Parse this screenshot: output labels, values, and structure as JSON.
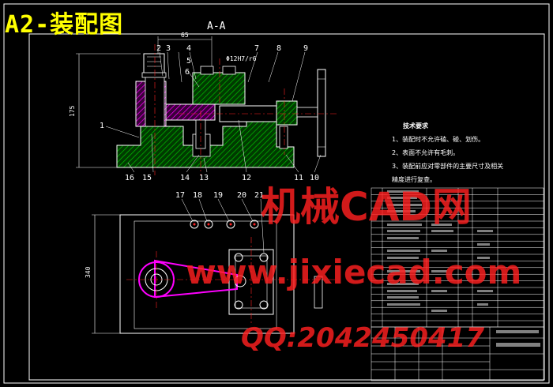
{
  "title": "A2-装配图",
  "section_label": "A-A",
  "dimensions": {
    "d65": "65",
    "dhole": "Φ12H7/r6",
    "d175": "175",
    "d340": "340"
  },
  "callouts_top": [
    "2",
    "3",
    "4",
    "5",
    "6",
    "7",
    "8",
    "9"
  ],
  "callouts_left": [
    "1"
  ],
  "callouts_bottom": [
    "16",
    "15",
    "14",
    "13",
    "12",
    "11",
    "10"
  ],
  "callouts_plan": [
    "17",
    "18",
    "19",
    "20",
    "21"
  ],
  "technical_notes": {
    "heading": "技术要求",
    "items": [
      "1、装配时不允许磕、碰、划伤。",
      "2、表面不允许有毛刺。",
      "3、装配前应对零部件的主要尺寸及相关",
      "   精度进行复查。"
    ]
  },
  "watermark": {
    "line1": "机械CAD网",
    "line2": "www.jixiecad.com",
    "line3": "QQ:2042450417"
  },
  "colors": {
    "background": "#000000",
    "outline": "#ffffff",
    "hatch_green": "#00a000",
    "hatch_magenta": "#ff00ff",
    "centerline_red": "#ff2020",
    "title_yellow": "#ffff00",
    "border_cyan": "#00ffff"
  }
}
